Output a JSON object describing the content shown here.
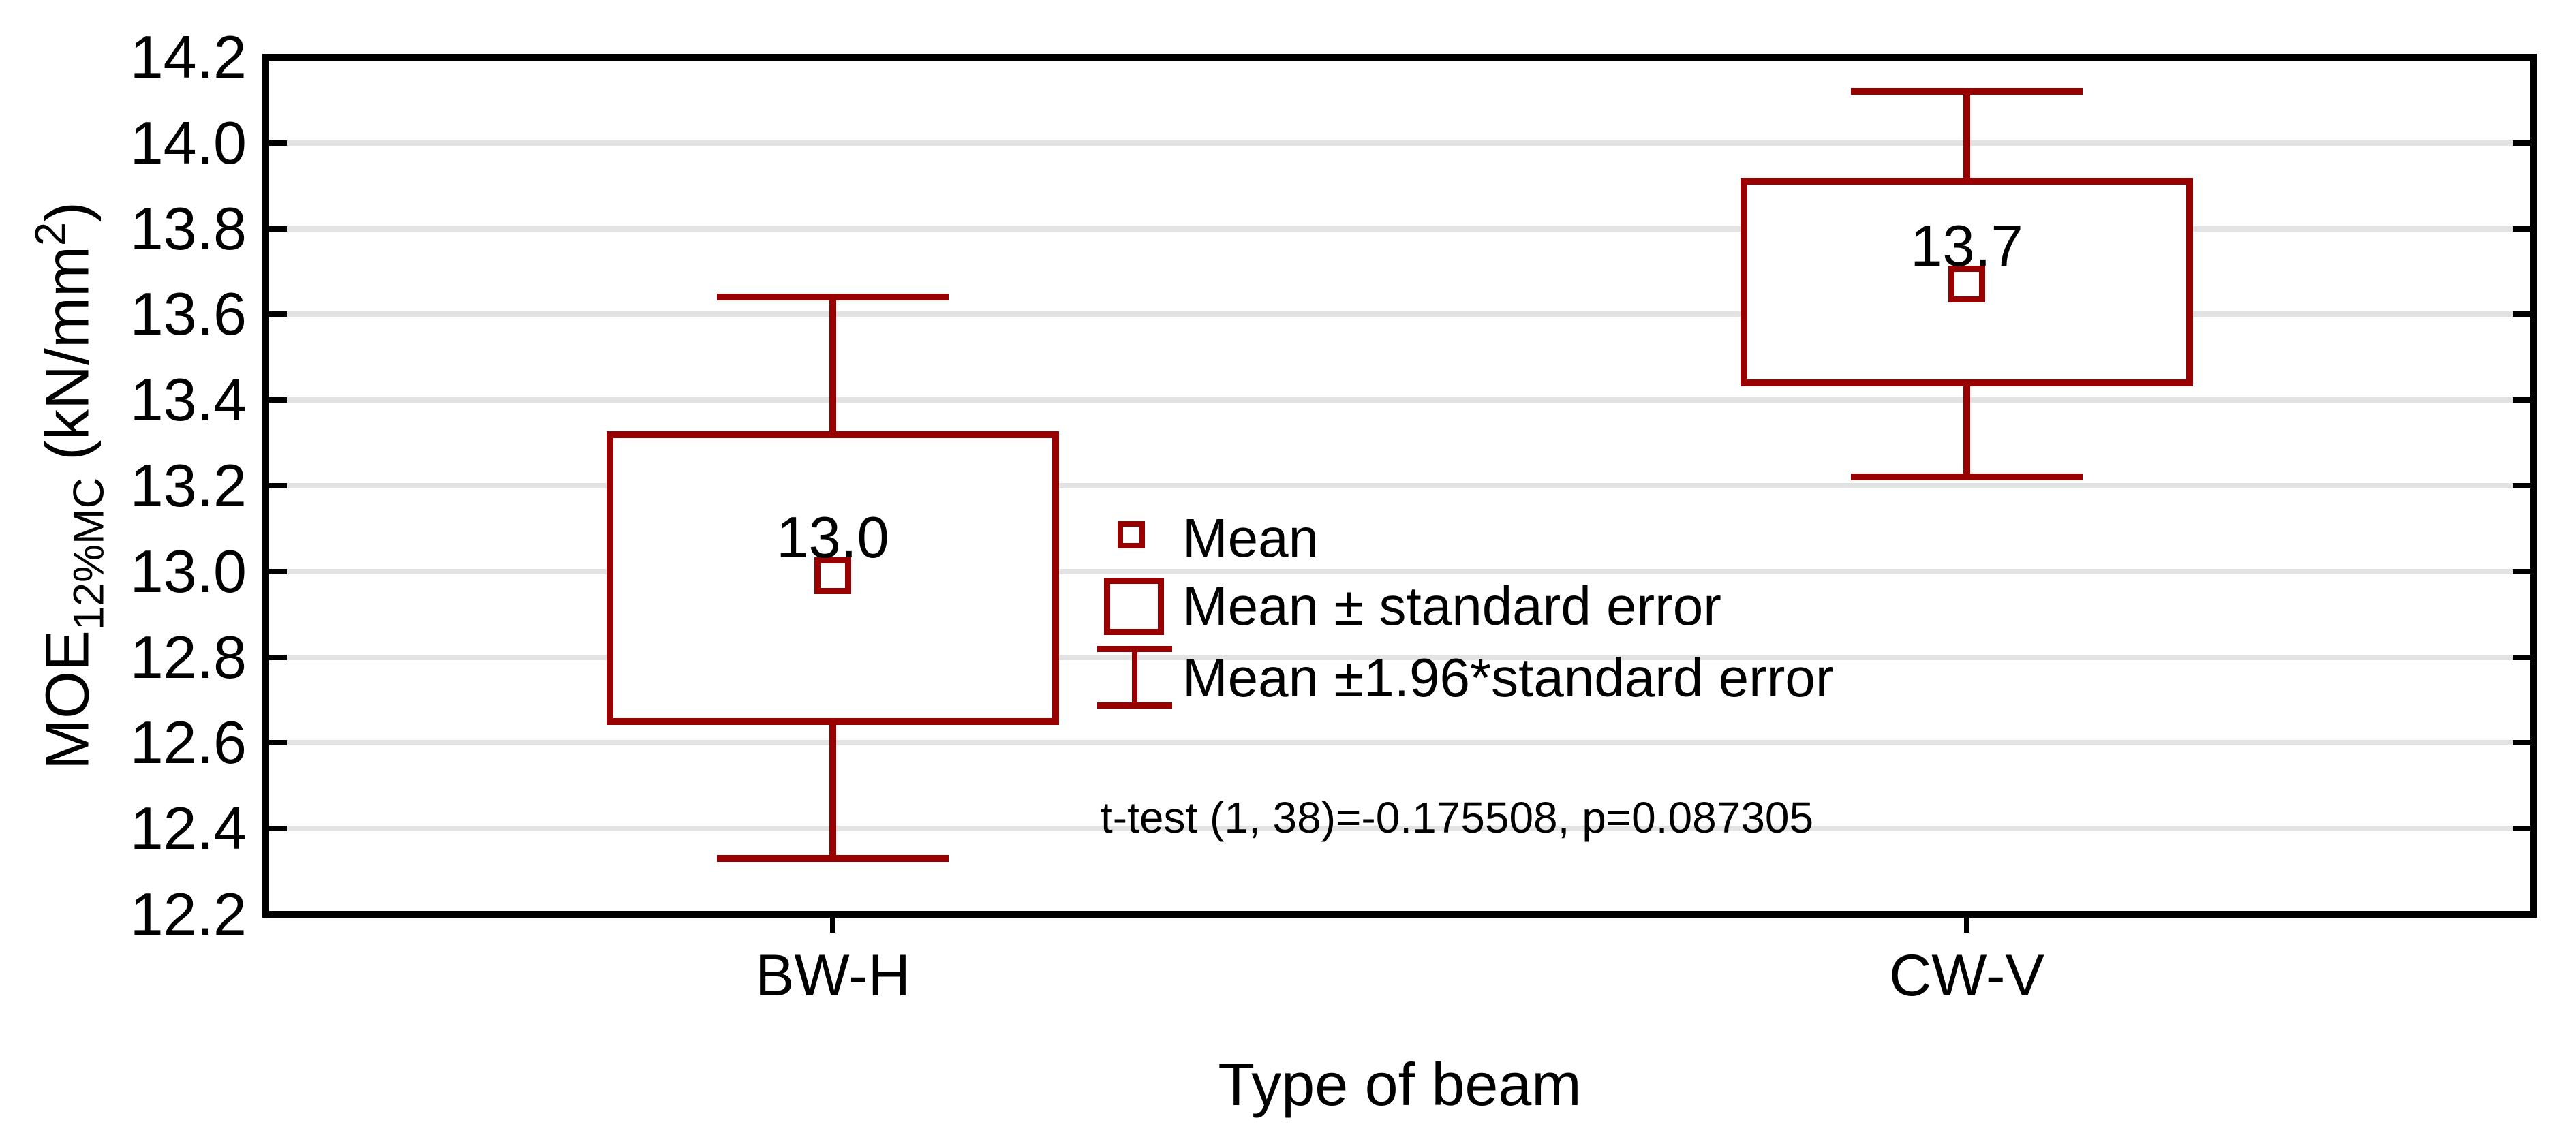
{
  "figure": {
    "background_color": "#FFFFFF",
    "accent_color": "#990000",
    "gridline_color": "#E3E3E3",
    "frame_color": "#000000"
  },
  "axes": {
    "y": {
      "title": {
        "base": "MOE",
        "sub": "12%MC",
        "mid": " (kN/mm",
        "sup": "2",
        "suffix": ")"
      },
      "min": 12.2,
      "max": 14.2,
      "tick_step": 0.2,
      "tick_labels": [
        "14.2",
        "14.0",
        "13.8",
        "13.6",
        "13.4",
        "13.2",
        "13.0",
        "12.8",
        "12.6",
        "12.4",
        "12.2"
      ]
    },
    "x": {
      "title": "Type of beam",
      "categories": [
        "BW-H",
        "CW-V"
      ]
    }
  },
  "chart_data": {
    "type": "box-whisker-mean-se",
    "title": "",
    "xlabel": "Type of beam",
    "ylabel": "MOE 12%MC (kN/mm2)",
    "ylim": [
      12.2,
      14.2
    ],
    "grid": "horizontal",
    "whisker_multiplier": 1.96,
    "categories": [
      "BW-H",
      "CW-V"
    ],
    "series": [
      {
        "name": "BW-H",
        "mean": 12.99,
        "mean_label": "13.0",
        "box_low": 12.65,
        "box_high": 13.32,
        "whisker_low": 12.33,
        "whisker_high": 13.64
      },
      {
        "name": "CW-V",
        "mean": 13.67,
        "mean_label": "13.7",
        "box_low": 13.44,
        "box_high": 13.91,
        "whisker_low": 13.22,
        "whisker_high": 14.12
      }
    ]
  },
  "legend": {
    "items": [
      {
        "symbol": "square-icon",
        "label": "Mean"
      },
      {
        "symbol": "box-icon",
        "label": "Mean ± standard error"
      },
      {
        "symbol": "whisker-icon",
        "label": "Mean ±1.96*standard error"
      }
    ]
  },
  "annotation": {
    "t_test": "t-test (1, 38)=-0.175508, p=0.087305"
  }
}
